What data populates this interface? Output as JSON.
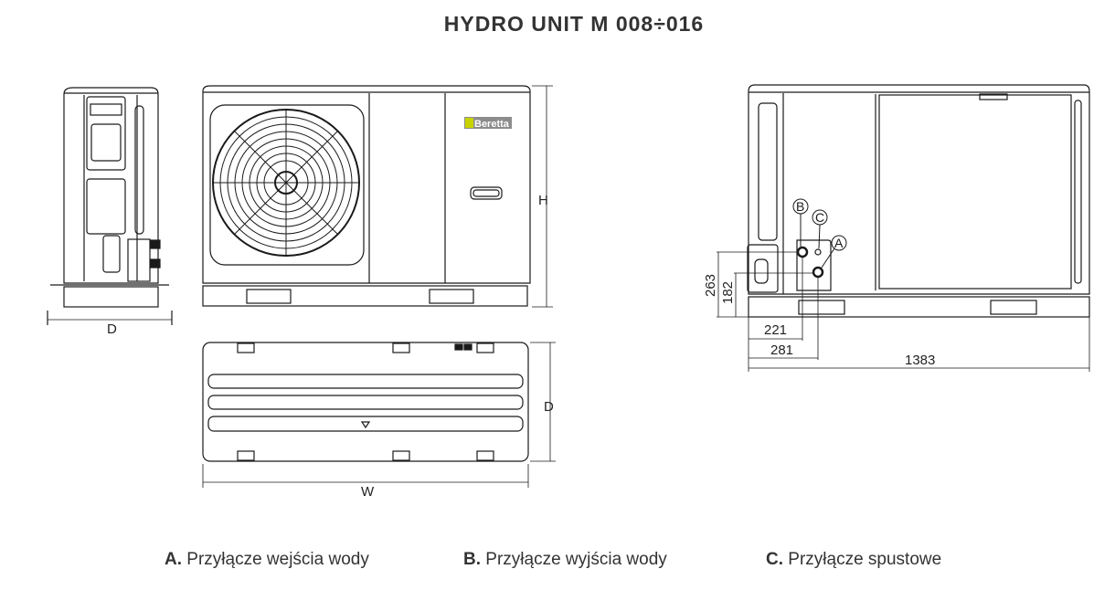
{
  "title": "HYDRO UNIT M 008÷016",
  "views": {
    "side": {
      "dimension_label": "D"
    },
    "front": {
      "dimension_label": "H",
      "brand": "Beretta"
    },
    "top": {
      "width_label": "W",
      "depth_label": "D"
    },
    "rear": {
      "connections": [
        "A",
        "B",
        "C"
      ],
      "dimensions": {
        "h1": "263",
        "h2": "182",
        "x1": "221",
        "x2": "281",
        "total": "1383"
      }
    }
  },
  "legend": [
    {
      "key": "A.",
      "text": "Przyłącze wejścia wody"
    },
    {
      "key": "B.",
      "text": "Przyłącze wyjścia wody"
    },
    {
      "key": "C.",
      "text": "Przyłącze spustowe"
    }
  ],
  "colors": {
    "line": "#1a1a1a",
    "logo_bg": "#8c8c8c",
    "logo_leaf": "#c8d400"
  }
}
